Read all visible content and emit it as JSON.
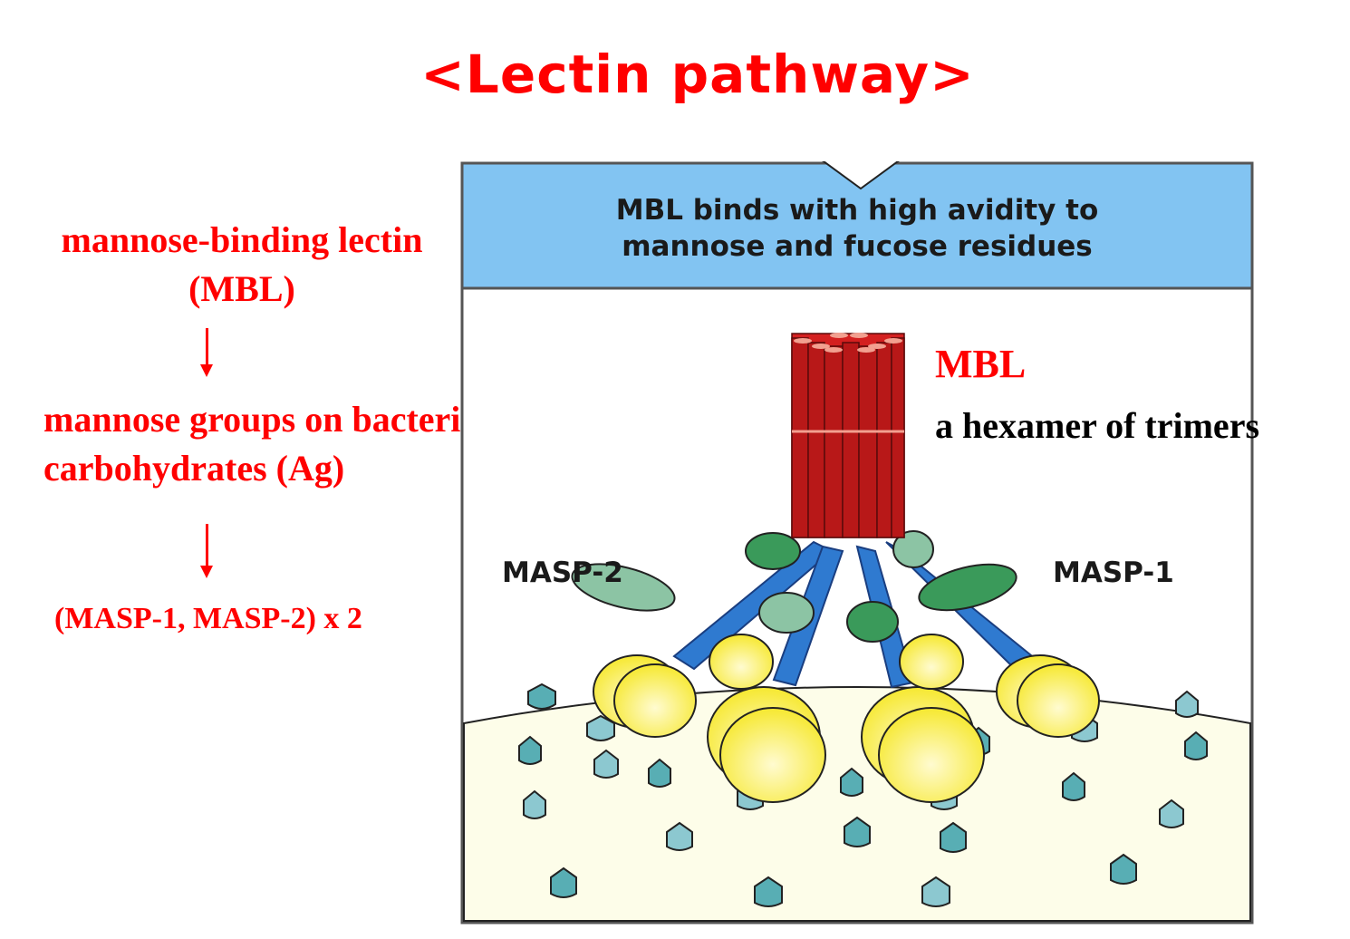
{
  "title": "<Lectin pathway>",
  "left_panel": {
    "line1": "mannose-binding lectin",
    "line2": "(MBL)",
    "step2_line1": "mannose groups on bacteria",
    "step2_line2": "carbohydrates (Ag)",
    "step3": "(MASP-1, MASP-2) x 2"
  },
  "annotations": {
    "mbl": "MBL",
    "hexamer": "a hexamer of trimers"
  },
  "figure": {
    "header_line1": "MBL binds with high avidity to",
    "header_line2": "mannose and fucose residues",
    "label_masp2": "MASP-2",
    "label_masp1": "MASP-1",
    "colors": {
      "header_bg": "#82c4f2",
      "surface": "#fdfde9",
      "mbl_red": "#d42020",
      "collagen_blue": "#2f7ad0",
      "masp1_green": "#3a9a5a",
      "masp2_green": "#8cc4a4",
      "crd_yellow": "#f8ec40",
      "sugar_teal": "#58aeb4",
      "sugar_light": "#8cc8d0"
    }
  }
}
